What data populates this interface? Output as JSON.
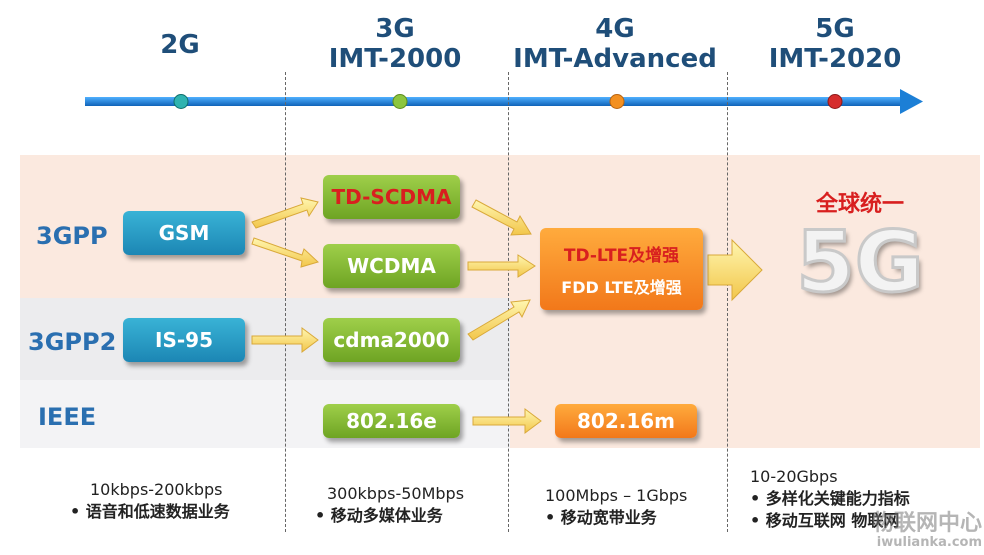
{
  "generations": [
    {
      "line1": "2G",
      "line2": ""
    },
    {
      "line1": "3G",
      "line2": "IMT-2000"
    },
    {
      "line1": "4G",
      "line2": "IMT-Advanced"
    },
    {
      "line1": "5G",
      "line2": "IMT-2020"
    }
  ],
  "orgs": [
    "3GPP",
    "3GPP2",
    "IEEE"
  ],
  "boxes": {
    "gsm": "GSM",
    "is95": "IS-95",
    "tdscdma": "TD-SCDMA",
    "wcdma": "WCDMA",
    "cdma2000": "cdma2000",
    "e80216": "802.16e",
    "tdlte": "TD-LTE及增强",
    "fddlte": "FDD LTE及增强",
    "m80216": "802.16m"
  },
  "unified": {
    "title": "全球统一",
    "big": "5G"
  },
  "rates": [
    {
      "rate": "10kbps-200kbps",
      "service": "•  语音和低速数据业务"
    },
    {
      "rate": "300kbps-50Mbps",
      "service": "•  移动多媒体业务"
    },
    {
      "rate": "100Mbps – 1Gbps",
      "service": "•  移动宽带业务"
    },
    {
      "rate": "10-20Gbps",
      "service1": "•  多样化关键能力指标",
      "service2": "•  移动互联网 物联网"
    }
  ],
  "watermark": {
    "line1": "物联网中心",
    "line2": "iwulianka.com"
  },
  "colors": {
    "timeline": "#1c7fd6",
    "dot2g": "#2fb3b0",
    "dot3g": "#8cc63f",
    "dot4g": "#f39021",
    "dot5g": "#d62c2c"
  }
}
